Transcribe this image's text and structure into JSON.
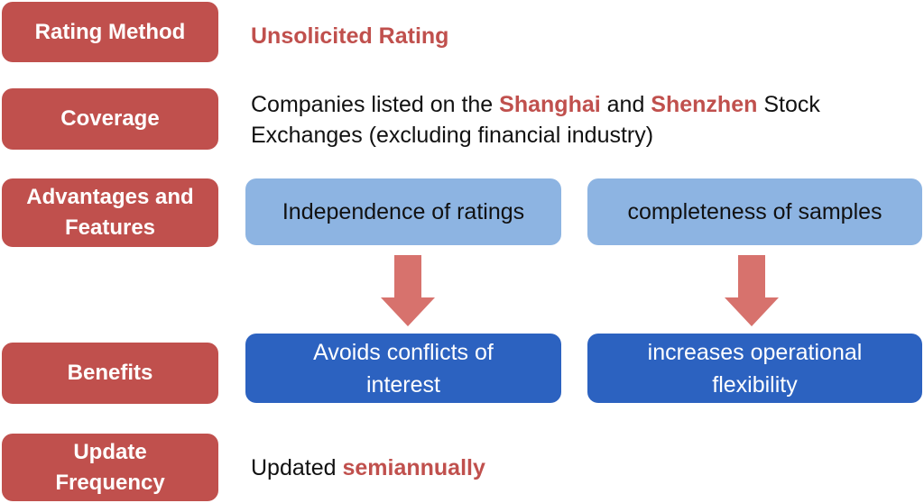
{
  "rows": {
    "rating_method": {
      "label": "Rating Method",
      "value": "Unsolicited Rating"
    },
    "coverage": {
      "label": "Coverage",
      "line1_a": "Companies listed on the ",
      "line1_b": "Shanghai",
      "line1_c": " and ",
      "line1_d": "Shenzhen",
      "line1_e": " Stock",
      "line2": "Exchanges (excluding financial industry)"
    },
    "advantages": {
      "label_1": "Advantages and",
      "label_2": "Features",
      "items": [
        "Independence of ratings",
        "completeness of samples"
      ]
    },
    "benefits": {
      "label": "Benefits",
      "items": [
        [
          "Avoids conflicts of",
          "interest"
        ],
        [
          "increases operational",
          "flexibility"
        ]
      ]
    },
    "update": {
      "label_1": "Update",
      "label_2": "Frequency",
      "value_a": "Updated ",
      "value_b": "semiannually"
    }
  },
  "colors": {
    "label": "#C0504D",
    "light": "#8DB4E2",
    "dark": "#2C62C0",
    "arrow": "#D7726D"
  }
}
